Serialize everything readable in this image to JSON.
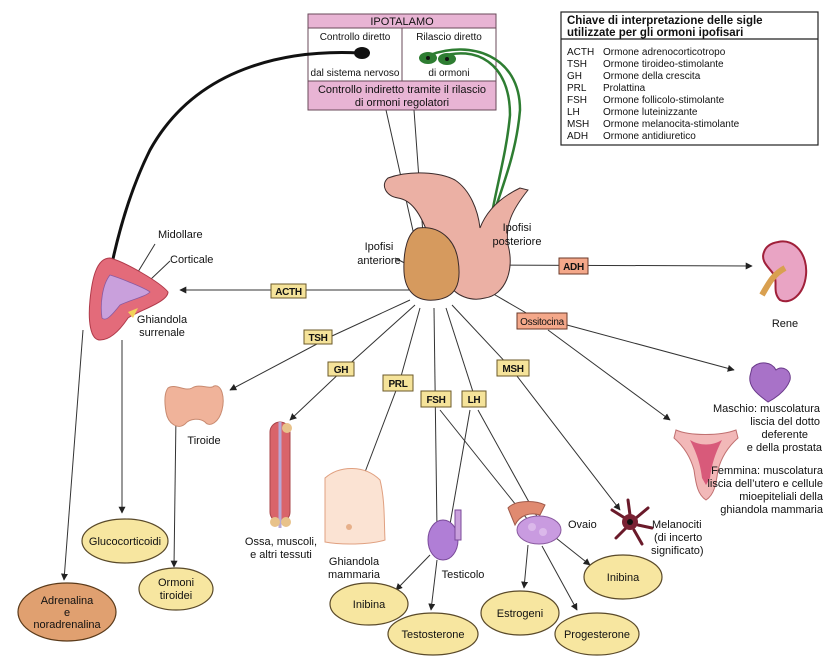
{
  "hypothalamus": {
    "title": "IPOTALAMO",
    "direct_control_top": "Controllo diretto",
    "direct_control_bottom": "dal sistema nervoso",
    "direct_release_top": "Rilascio diretto",
    "direct_release_bottom": "di ormoni",
    "indirect_line1": "Controllo indiretto tramite il rilascio",
    "indirect_line2": "di ormoni regolatori"
  },
  "key": {
    "title_line1": "Chiave di interpretazione delle sigle",
    "title_line2": "utilizzate per gli ormoni ipofisari",
    "entries": [
      {
        "abbr": "ACTH",
        "name": "Ormone adrenocorticotropo"
      },
      {
        "abbr": "TSH",
        "name": "Ormone tiroideo-stimolante"
      },
      {
        "abbr": "GH",
        "name": "Ormone della crescita"
      },
      {
        "abbr": "PRL",
        "name": "Prolattina"
      },
      {
        "abbr": "FSH",
        "name": "Ormone follicolo-stimolante"
      },
      {
        "abbr": "LH",
        "name": "Ormone luteinizzante"
      },
      {
        "abbr": "MSH",
        "name": "Ormone melanocita-stimolante"
      },
      {
        "abbr": "ADH",
        "name": "Ormone antidiuretico"
      }
    ]
  },
  "pituitary": {
    "anterior_line1": "Ipofisi",
    "anterior_line2": "anteriore",
    "posterior_line1": "Ipofisi",
    "posterior_line2": "posteriore"
  },
  "hormones": {
    "acth": "ACTH",
    "tsh": "TSH",
    "gh": "GH",
    "prl": "PRL",
    "fsh": "FSH",
    "lh": "LH",
    "msh": "MSH",
    "adh": "ADH",
    "oxytocin": "Ossitocina"
  },
  "organs": {
    "adrenal_medulla": "Midollare",
    "adrenal_cortex": "Corticale",
    "adrenal_line1": "Ghiandola",
    "adrenal_line2": "surrenale",
    "thyroid": "Tiroide",
    "bones_line1": "Ossa, muscoli,",
    "bones_line2": "e altri tessuti",
    "mammary_line1": "Ghiandola",
    "mammary_line2": "mammaria",
    "testis": "Testicolo",
    "ovary": "Ovaio",
    "melanocytes_line1": "Melanociti",
    "melanocytes_line2": "(di incerto",
    "melanocytes_line3": "significato)",
    "kidney": "Rene",
    "male_line1": "Maschio: muscolatura",
    "male_line2": "liscia del dotto",
    "male_line3": "deferente",
    "male_line4": "e della prostata",
    "female_line1": "Femmina: muscolatura",
    "female_line2": "liscia dell’utero e cellule",
    "female_line3": "mioepiteliali della",
    "female_line4": "ghiandola mammaria"
  },
  "products": {
    "adrenaline_line1": "Adrenalina",
    "adrenaline_line2": "e",
    "adrenaline_line3": "noradrenalina",
    "glucocorticoids": "Glucocorticoidi",
    "thyroid_hormones_line1": "Ormoni",
    "thyroid_hormones_line2": "tiroidei",
    "inhibin_testis": "Inibina",
    "testosterone": "Testosterone",
    "estrogens": "Estrogeni",
    "progesterone": "Progesterone",
    "inhibin_ovary": "Inibina"
  },
  "colors": {
    "hypothalamus_pink": "#e8b4d4",
    "hormone_box_yellow": "#f5e39a",
    "posterior_box_salmon": "#f4a88a",
    "product_oval_yellow": "#f7e6a0",
    "adrenaline_oval_tan": "#e0a070",
    "anterior_pituitary_tan": "#d69a5e",
    "posterior_pituitary_pink": "#ebb0a4",
    "neuron_green": "#2e7d32",
    "neuron_black": "#111111"
  }
}
